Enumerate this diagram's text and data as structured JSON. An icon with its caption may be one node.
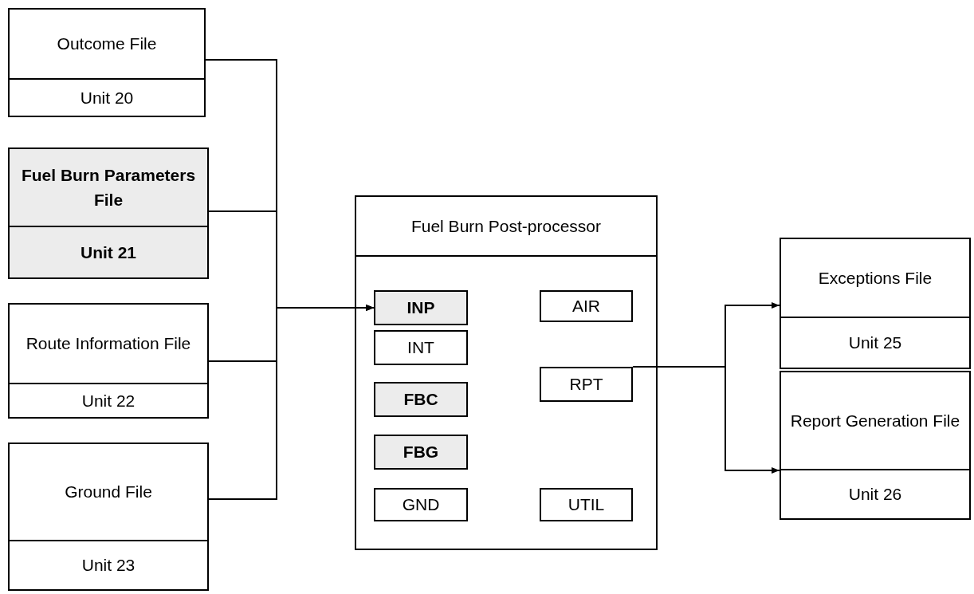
{
  "diagram": {
    "nodes": [
      {
        "text": [
          "Outcome File",
          "Unit 20"
        ]
      },
      {
        "text": [
          "Fuel Burn Parameters File",
          "Unit 21"
        ]
      },
      {
        "text": [
          "Route Information File",
          "Unit 22"
        ]
      },
      {
        "text": [
          "Ground File",
          "Unit 23"
        ]
      },
      {
        "text": [
          "Fuel Burn Post-processor"
        ]
      },
      {
        "text": [
          "INP"
        ],
        "in": 4
      },
      {
        "text": [
          "AIR"
        ],
        "in": 4
      },
      {
        "text": [
          "INT"
        ],
        "in": 4
      },
      {
        "text": [
          "FBC"
        ],
        "in": 4
      },
      {
        "text": [
          "RPT"
        ],
        "in": 4
      },
      {
        "text": [
          "FBG"
        ],
        "in": 4
      },
      {
        "text": [
          "GND"
        ],
        "in": 4
      },
      {
        "text": [
          "UTIL"
        ],
        "in": 4
      },
      {
        "text": [
          "Exceptions File",
          "Unit 25"
        ]
      },
      {
        "text": [
          "Report Generation File",
          "Unit 26"
        ]
      }
    ],
    "edges": [
      {
        "from": 0,
        "to": 5,
        "arrow": "to"
      },
      {
        "from": 1,
        "to": 5,
        "arrow": "to"
      },
      {
        "from": 2,
        "to": 5,
        "arrow": "to"
      },
      {
        "from": 3,
        "to": 5,
        "arrow": "to"
      },
      {
        "from": 9,
        "to": 13,
        "arrow": "to"
      },
      {
        "from": 9,
        "to": 14,
        "arrow": "to"
      }
    ]
  }
}
